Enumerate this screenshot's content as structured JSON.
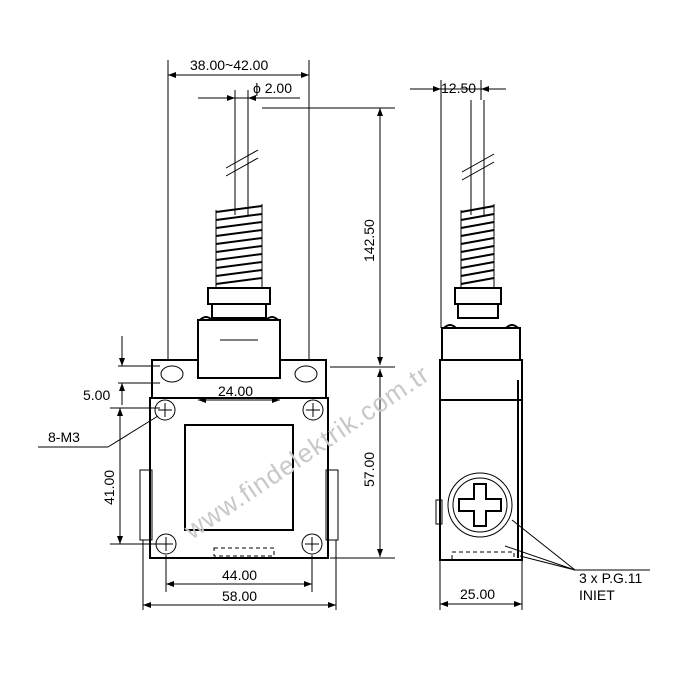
{
  "dimensions": {
    "top_width": "38.00~42.00",
    "rod_diameter": "ϕ 2.00",
    "side_thickness": "12.50",
    "height_total": "142.50",
    "hole_offset": "5.00",
    "plunger_width": "24.00",
    "screw_label": "8-M3",
    "body_height": "57.00",
    "mount_vertical": "41.00",
    "mount_horizontal": "44.00",
    "base_width": "58.00",
    "side_width": "25.00"
  },
  "callout": {
    "line1": "3 x P.G.11",
    "line2": "INIET"
  },
  "watermark": "www.findelektrik.com.tr"
}
